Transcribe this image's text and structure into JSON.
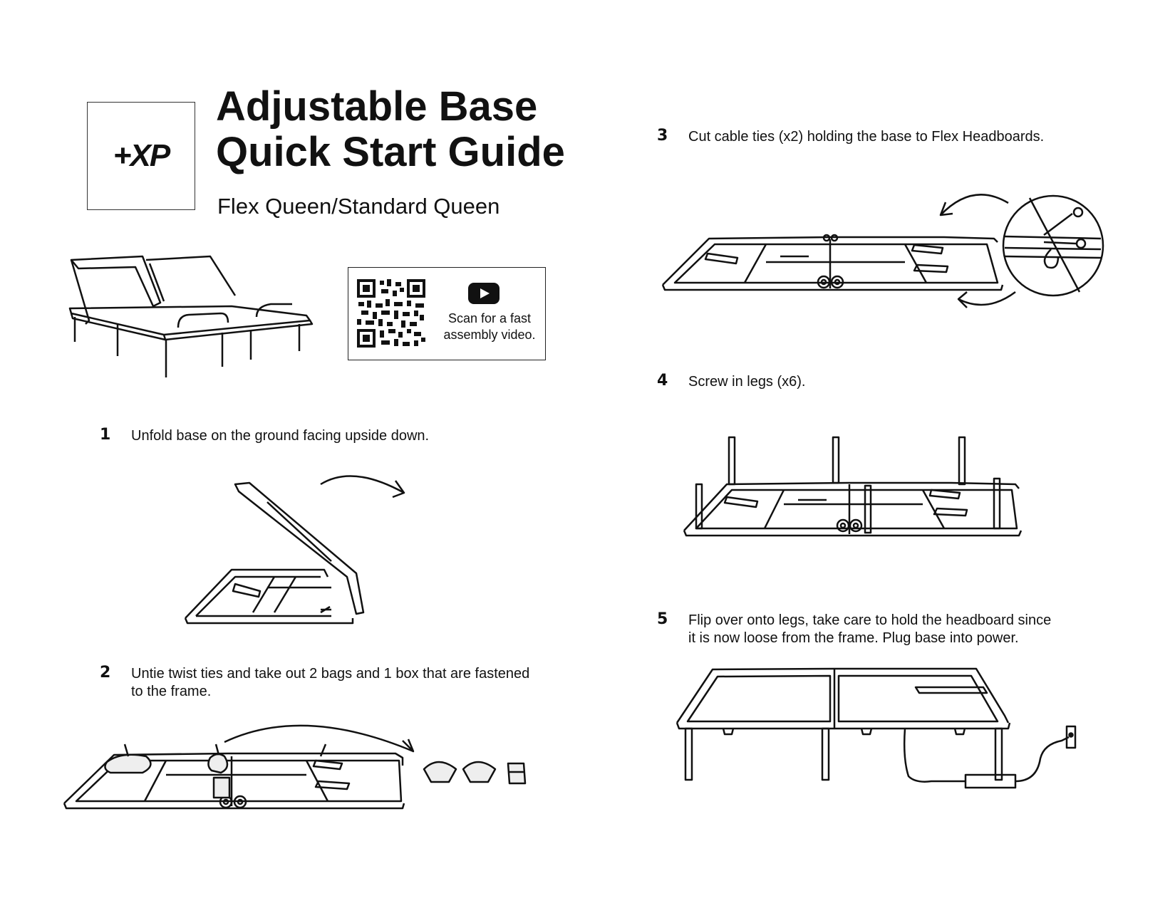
{
  "logo": {
    "text": "+XP"
  },
  "header": {
    "title_line1": "Adjustable Base",
    "title_line2": "Quick Start Guide",
    "subtitle": "Flex Queen/Standard Queen"
  },
  "qr": {
    "caption_line1": "Scan for a fast",
    "caption_line2": "assembly video."
  },
  "steps": [
    {
      "num": "1",
      "line1": "Unfold base on the ground facing upside down.",
      "line2": ""
    },
    {
      "num": "2",
      "line1": "Untie twist ties and take out 2 bags and 1 box that are fastened",
      "line2": "to the frame."
    },
    {
      "num": "3",
      "line1": "Cut cable ties (x2) holding the base to Flex Headboards.",
      "line2": ""
    },
    {
      "num": "4",
      "line1": "Screw in legs (x6).",
      "line2": ""
    },
    {
      "num": "5",
      "line1": "Flip over onto legs, take care to hold the headboard since",
      "line2": "it is now loose from the frame. Plug base into power."
    }
  ]
}
